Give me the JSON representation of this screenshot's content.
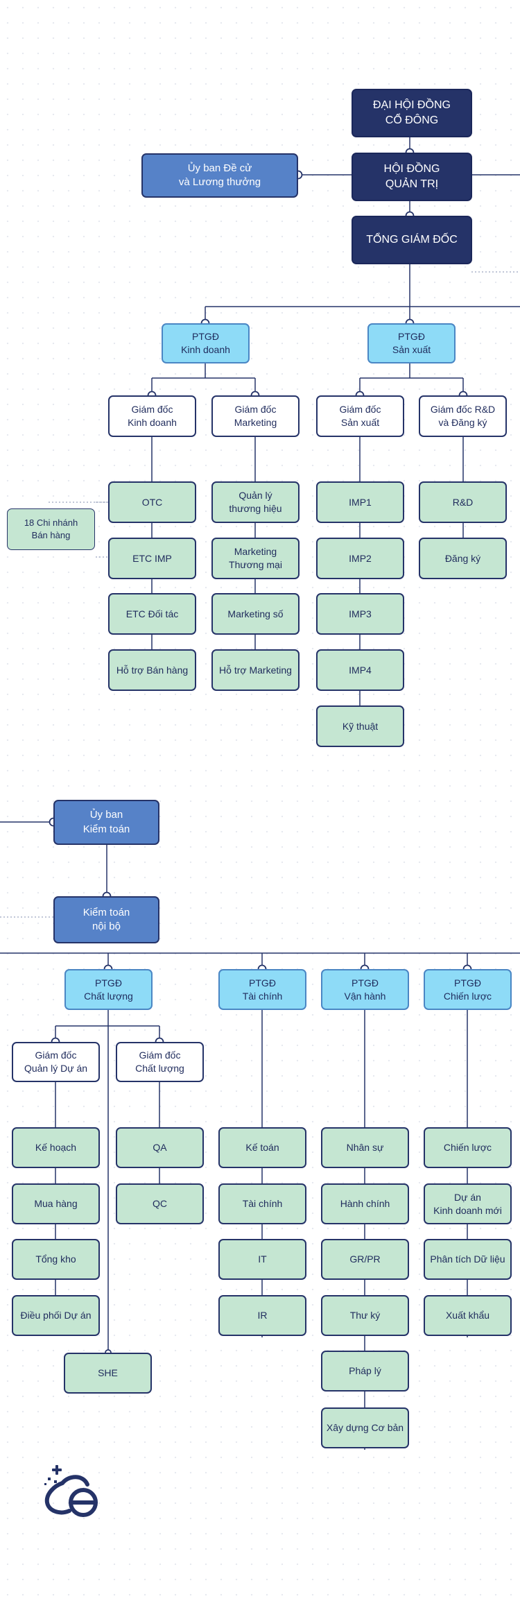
{
  "nodes": {
    "dai_hoi": "ĐẠI HỘI ĐỒNG\nCỔ ĐÔNG",
    "hoi_dong": "HỘI ĐỒNG\nQUẢN TRỊ",
    "uy_ban_de_cu": "Ủy ban Đề cử\nvà Lương thưởng",
    "tong_giam_doc": "TỔNG GIÁM ĐỐC",
    "ptgd_kinh_doanh": "PTGĐ\nKinh doanh",
    "ptgd_san_xuat": "PTGĐ\nSản xuất",
    "gd_kinh_doanh": "Giám đốc\nKinh doanh",
    "gd_marketing": "Giám đốc\nMarketing",
    "gd_san_xuat": "Giám đốc\nSản xuất",
    "gd_rd": "Giám đốc R&D\nvà Đăng ký",
    "chi_nhanh": "18 Chi nhánh\nBán hàng",
    "otc": "OTC",
    "etc_imp": "ETC IMP",
    "etc_doi_tac": "ETC Đối tác",
    "ho_tro_ban_hang": "Hỗ trợ Bán hàng",
    "quan_ly_thuong_hieu": "Quản lý\nthương hiệu",
    "marketing_thuong_mai": "Marketing\nThương mại",
    "marketing_so": "Marketing số",
    "ho_tro_marketing": "Hỗ trợ Marketing",
    "imp1": "IMP1",
    "imp2": "IMP2",
    "imp3": "IMP3",
    "imp4": "IMP4",
    "ky_thuat": "Kỹ thuật",
    "rd": "R&D",
    "dang_ky": "Đăng ký",
    "uy_ban_kiem_toan": "Ủy ban\nKiểm toán",
    "kiem_toan_noi_bo": "Kiểm toán\nnội bộ",
    "ptgd_chat_luong": "PTGĐ\nChất lượng",
    "ptgd_tai_chinh": "PTGĐ\nTài chính",
    "ptgd_van_hanh": "PTGĐ\nVận hành",
    "ptgd_chien_luoc": "PTGĐ\nChiến lược",
    "gd_quan_ly_du_an": "Giám đốc\nQuản lý Dự án",
    "gd_chat_luong": "Giám đốc\nChất lượng",
    "ke_hoach": "Kế hoạch",
    "mua_hang": "Mua hàng",
    "tong_kho": "Tổng kho",
    "dieu_phoi_du_an": "Điều phối Dự án",
    "qa": "QA",
    "qc": "QC",
    "she": "SHE",
    "ke_toan": "Kế toán",
    "tai_chinh": "Tài chính",
    "it": "IT",
    "ir": "IR",
    "nhan_su": "Nhân sự",
    "hanh_chinh": "Hành chính",
    "gr_pr": "GR/PR",
    "thu_ky": "Thư ký",
    "phap_ly": "Pháp lý",
    "xay_dung_co_ban": "Xây dựng Cơ bản",
    "chien_luoc": "Chiến lược",
    "du_an_kinh_doanh_moi": "Dự án\nKinh doanh mới",
    "phan_tich_du_lieu": "Phân tích Dữ liệu",
    "xuat_khau": "Xuất khẩu"
  },
  "colors": {
    "dark_navy": "#253368",
    "mid_blue": "#5682c8",
    "light_blue": "#8edbf7",
    "mint_green": "#c5e6d2",
    "line": "#253368"
  },
  "logo_icon": "capsule-logo-icon"
}
